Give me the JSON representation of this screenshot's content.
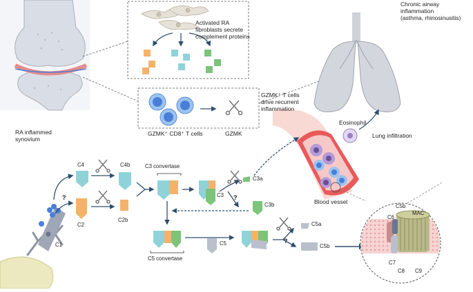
{
  "labels": {
    "ra_synovium": [
      "RA inflammed",
      "synovium"
    ],
    "fibroblasts": [
      "Activated RA",
      "fibroblasts secrete",
      "complement proteins"
    ],
    "chronic_airway": [
      "Chronic airway",
      "inflammation",
      "(asthma, rhinosinusitis)"
    ],
    "gzmk_drive": [
      "GZMK⁺ T cells",
      "drive recurrent",
      "inflammation"
    ],
    "gzmk_cells": "GZMK⁺ CD8⁺ T cells",
    "gzmk": "GZMK",
    "eosinophil": "Eosinophil",
    "lung_infiltration": "Lung infiltration",
    "blood_vessel": "Blood vessel",
    "c4": "C4",
    "c4b": "C4b",
    "c2": "C2",
    "c2b": "C2b",
    "c1": "C1",
    "c3_convertase": "C3 convertase",
    "c3": "C3",
    "c3a": "C3a",
    "c3b": "C3b",
    "c5_convertase": "C5 convertase",
    "c5": "C5",
    "c5a": "C5a",
    "c5b_path": "C5b",
    "mac_c5b": "C5b",
    "mac": "MAC",
    "c6": "C6",
    "c7": "C7",
    "c8": "C8",
    "c9": "C9",
    "question_marks": [
      "?",
      "?",
      "?"
    ]
  },
  "colors": {
    "c4": "#8fd3d8",
    "c2": "#f5b26b",
    "c3": "#7cc47a",
    "c5": "#b9bfcc",
    "lymphocyte": "#4a7fd8",
    "lung": "#c9ccd4",
    "vessel": "#e85a5a",
    "eosinophil": "#9b7fbf",
    "membrane": "#f2b3b3"
  },
  "icons": [
    "scissors-icon",
    "fibroblast-icon",
    "t-cell-icon",
    "lung-icon",
    "knee-joint-icon",
    "antibody-icon",
    "mac-pore-icon"
  ]
}
